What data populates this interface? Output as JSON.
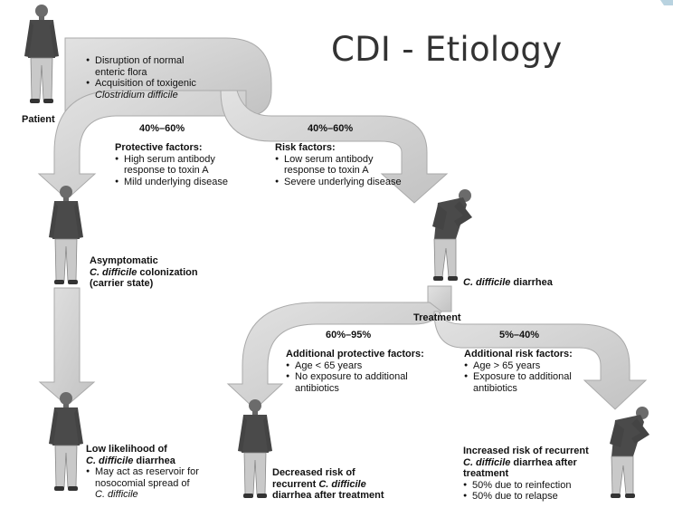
{
  "title": "CDI - Etiology",
  "patient": {
    "label": "Patient",
    "bullets": [
      "Disruption of normal",
      "enteric flora",
      "Acquisition of toxigenic",
      "Clostridium difficile"
    ]
  },
  "left_branch": {
    "percent": "40%–60%",
    "heading": "Protective factors:",
    "lines": [
      "High serum antibody",
      "response to toxin A",
      "Mild underlying disease"
    ]
  },
  "right_branch": {
    "percent": "40%–60%",
    "heading": "Risk factors:",
    "lines": [
      "Low serum antibody",
      "response to toxin A",
      "Severe underlying disease"
    ]
  },
  "asymptomatic": {
    "line1": "Asymptomatic",
    "line2_italic": "C. difficile",
    "line2_rest": " colonization",
    "line3": "(carrier state)"
  },
  "diarrhea": {
    "italic": "C. difficile",
    "rest": " diarrhea"
  },
  "treatment": "Treatment",
  "treat_left": {
    "percent": "60%–95%",
    "heading": "Additional protective factors:",
    "lines": [
      "Age < 65 years",
      "No exposure to additional",
      "antibiotics"
    ]
  },
  "treat_right": {
    "percent": "5%–40%",
    "heading": "Additional risk factors:",
    "lines": [
      "Age > 65 years",
      "Exposure to additional",
      "antibiotics"
    ]
  },
  "low_likelihood": {
    "line1": "Low likelihood of",
    "line2_italic": "C. difficile",
    "line2_rest": " diarrhea",
    "bullet1": "May act as reservoir for",
    "bullet1b": "nosocomial spread of",
    "bullet1c": "C. difficile"
  },
  "decreased": {
    "line1": "Decreased risk of",
    "line2_prefix": "recurrent ",
    "line2_italic": "C. difficile",
    "line3": "diarrhea after treatment"
  },
  "increased": {
    "line1": "Increased risk of recurrent",
    "line2_italic": "C. difficile",
    "line2_rest": " diarrhea after",
    "line3": "treatment",
    "bullets": [
      "50% due to reinfection",
      "50% due to relapse"
    ]
  },
  "colors": {
    "arrow": "#cfcfcf",
    "arrow_edge": "#a8a8a8",
    "title": "#333333"
  }
}
